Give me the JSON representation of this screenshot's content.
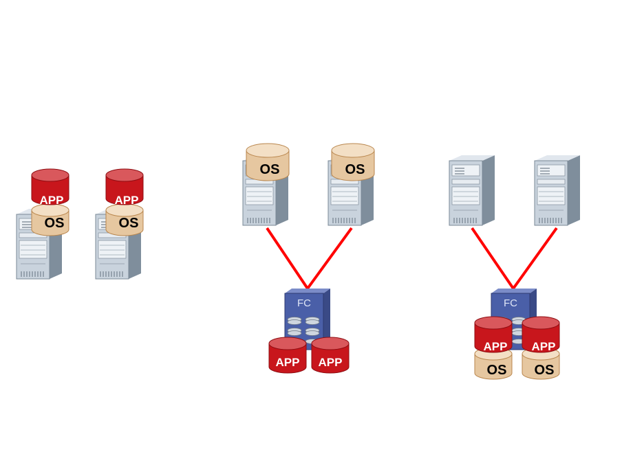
{
  "labels": {
    "app": "APP",
    "os": "OS",
    "fc": "FC"
  },
  "colors": {
    "app_disk": "#c8161c",
    "app_disk_top": "#d9585c",
    "os_disk": "#e6c7a0",
    "os_disk_top": "#f3dfc5",
    "link": "#ff0000",
    "server_body": "#c9d3dd",
    "storage_body": "#4a5fa8"
  },
  "icons": [
    "server-icon",
    "storage-array-icon",
    "app-disk-icon",
    "os-disk-icon"
  ]
}
